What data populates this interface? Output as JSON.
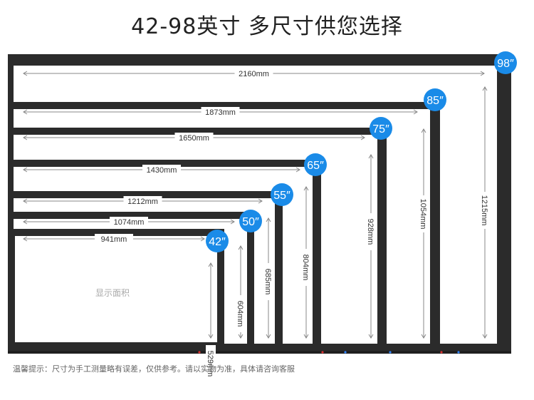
{
  "title": "42-98英寸  多尺寸供您选择",
  "screens": [
    {
      "size": "98″",
      "width": "2160mm",
      "height": "1215mm"
    },
    {
      "size": "85″",
      "width": "1873mm",
      "height": "1054mm"
    },
    {
      "size": "75″",
      "width": "1650mm",
      "height": "928mm"
    },
    {
      "size": "65″",
      "width": "1430mm",
      "height": "804mm"
    },
    {
      "size": "55″",
      "width": "1212mm",
      "height": "685mm"
    },
    {
      "size": "50″",
      "width": "1074mm",
      "height": "604mm"
    },
    {
      "size": "42″",
      "width": "941mm",
      "height": "529mm"
    }
  ],
  "display_area_label": "显示面积",
  "footnote": "温馨提示：尺寸为手工测量略有误差，仅供参考。请以实物为准，具体请咨询客服",
  "colors": {
    "badge": "#1a8be8",
    "frame": "#2b2b2b",
    "dimension_line": "#888888"
  }
}
